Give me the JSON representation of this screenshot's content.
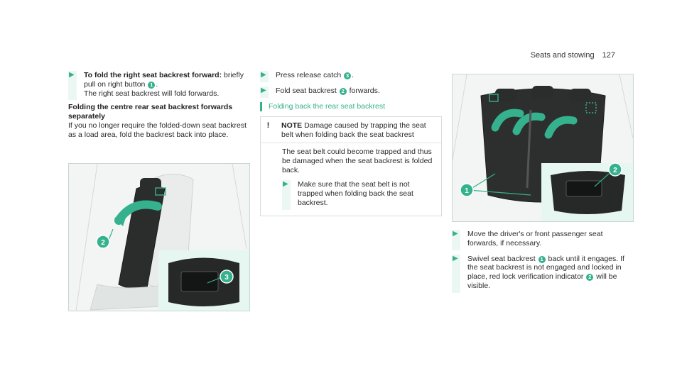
{
  "header": {
    "section": "Seats and stowing",
    "page_number": "127"
  },
  "col1": {
    "step1_bold": "To fold the right seat backrest forward:",
    "step1_a": " briefly pull on right button ",
    "step1_num": "1",
    "step1_b": ".",
    "step1_line2": "The right seat backrest will fold forwards.",
    "subhead": "Folding the centre rear seat backrest forwards separately",
    "para": "If you no longer require the folded-down seat backrest as a load area, fold the backrest back into place."
  },
  "col2": {
    "step1_a": "Press release catch ",
    "step1_num": "3",
    "step1_b": ".",
    "step2_a": "Fold seat backrest ",
    "step2_num": "2",
    "step2_b": " forwards.",
    "section_heading": "Folding back the rear seat backrest",
    "note": {
      "icon": "!",
      "title": "NOTE",
      "title_text": " Damage caused by trapping the seat belt when folding back the seat backrest",
      "body": "The seat belt could become trapped and thus be damaged when the seat backrest is folded back.",
      "step": "Make sure that the seat belt is not trapped when folding back the seat backrest."
    }
  },
  "col3": {
    "step1": "Move the driver's or front passenger seat forwards, if necessary.",
    "step2_a": "Swivel seat backrest ",
    "step2_num1": "1",
    "step2_b": " back until it engages. If the seat backrest is not engaged and locked in place, red lock verification indicator ",
    "step2_num2": "2",
    "step2_c": " will be visible."
  },
  "illustration1": {
    "callouts": [
      "2",
      "3"
    ]
  },
  "illustration2": {
    "callouts": [
      "1",
      "2"
    ]
  },
  "icons": {
    "step_arrow": "triangle-right",
    "accent": "#35b18d"
  }
}
